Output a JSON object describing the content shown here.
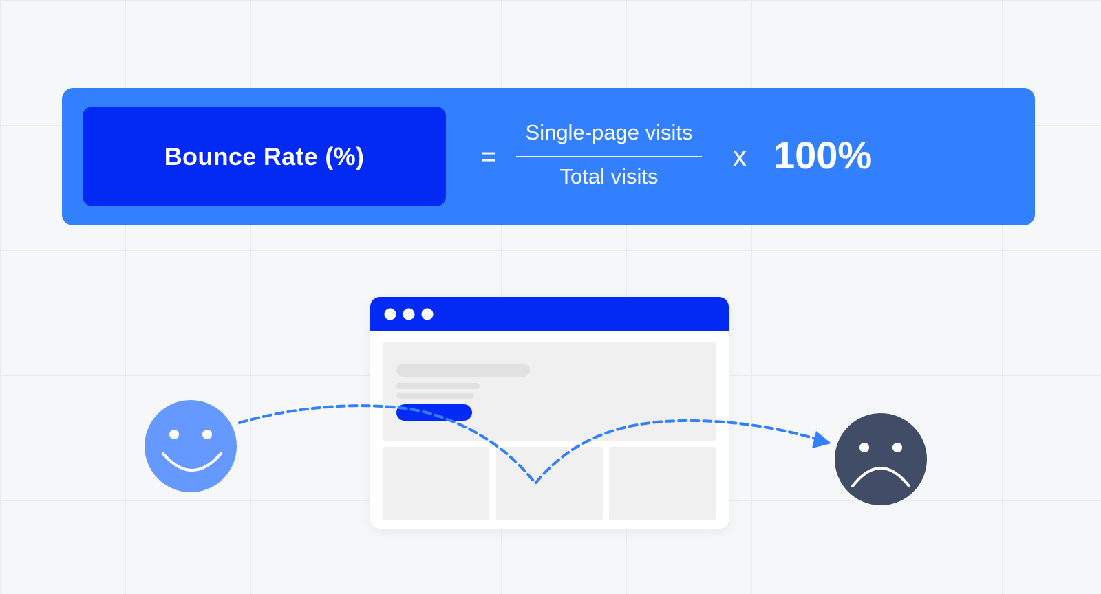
{
  "formula": {
    "metric_label": "Bounce Rate (%)",
    "equals": "=",
    "numerator": "Single-page visits",
    "denominator": "Total visits",
    "times": "x",
    "multiplier": "100%"
  },
  "colors": {
    "banner": "#3380ff",
    "metric_box": "#0329f5",
    "happy_face": "#6699ff",
    "sad_face": "#414d66",
    "arrow": "#3380ff",
    "browser_bar": "#0329f5",
    "placeholder": "#f0f0f0",
    "background": "#f6f7f9"
  },
  "icons": {
    "happy_visitor": "happy-face-icon",
    "sad_visitor": "sad-face-icon",
    "browser_window": "browser-window-icon",
    "bounce_path": "dashed-arrow-icon"
  }
}
